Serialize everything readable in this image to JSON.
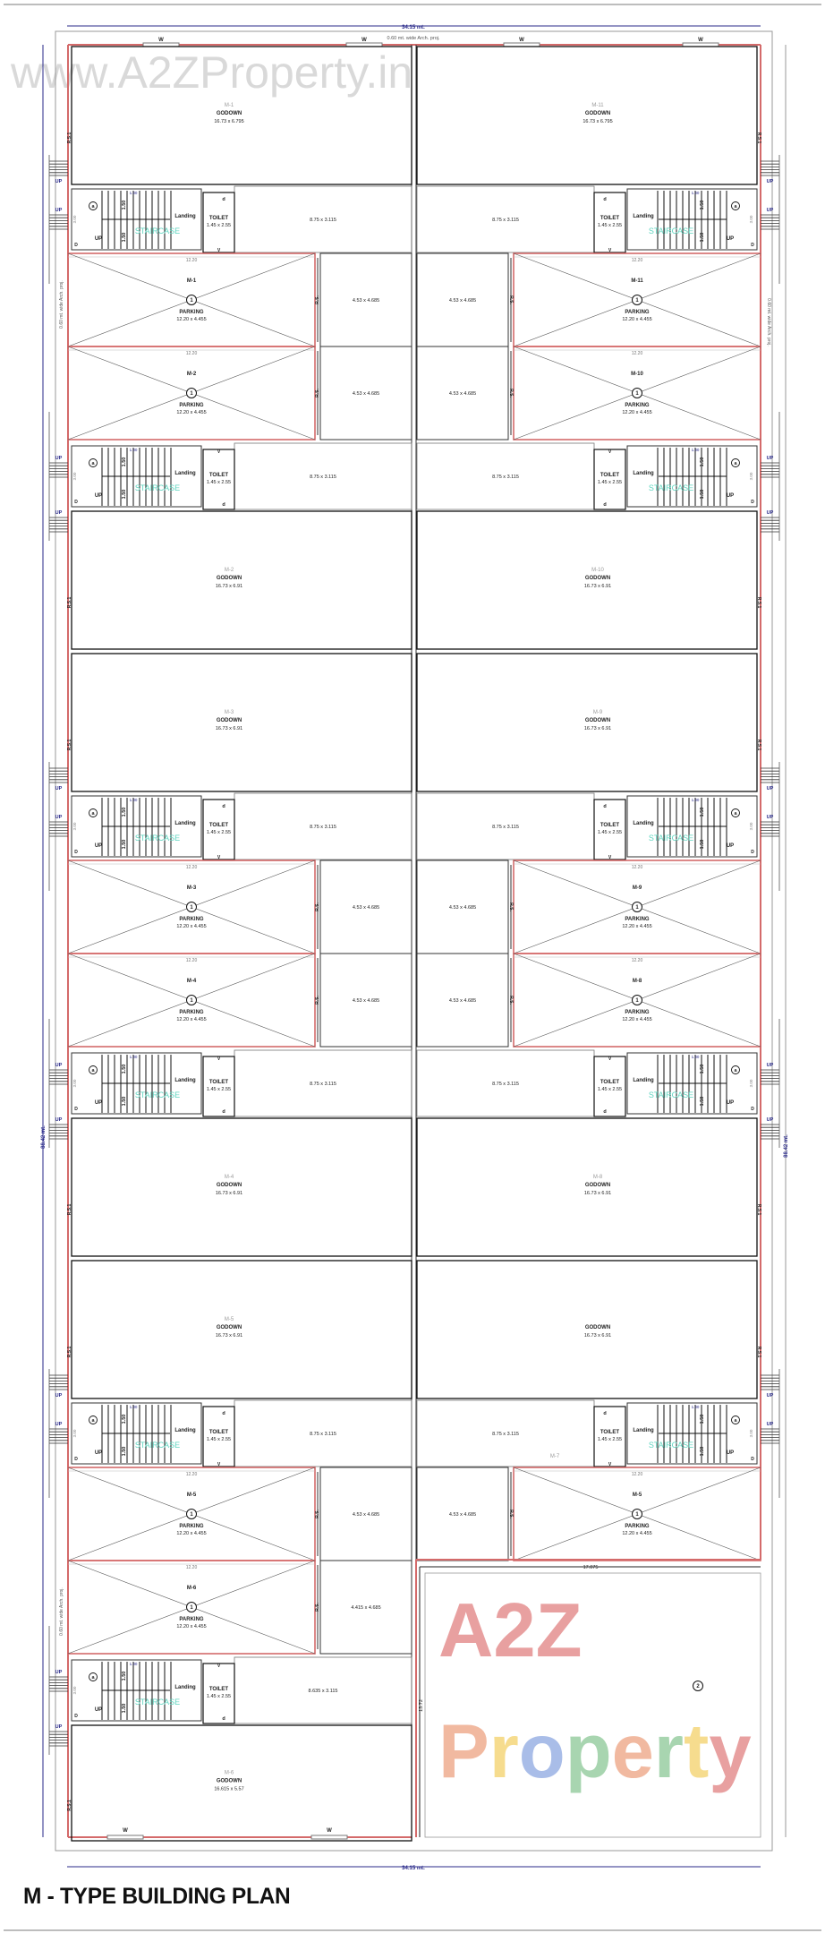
{
  "title": "M - TYPE BUILDING PLAN",
  "dimensions": {
    "overall_width": "34.15 mt.",
    "overall_length": "88.42 mt.",
    "arch_projection": "0.60 mt. wide Arch. proj.",
    "open_plot_width": "17.075",
    "open_plot_length": "13.72"
  },
  "watermarks": {
    "site": "www.A2ZProperty.in",
    "brand": "A2Z Property"
  },
  "labels": {
    "godown": "GODOWN",
    "parking": "PARKING",
    "parking_width": "12.20",
    "parking_marker": "1",
    "rolling_shutter": "R.S.",
    "rolling_shutter_1": "R.S.1",
    "staircase": "STAIRCASE",
    "landing": "Landing",
    "toilet": "TOILET",
    "toilet_size": "1.45 x 2.55",
    "flight": "1.50",
    "stair_width": "3.00",
    "stair_tread": "1.30",
    "up": "UP",
    "door": "D",
    "toilet_door": "d",
    "ventilator": "V",
    "window": "W",
    "stair_marker": "a",
    "open_plot_marker": "2",
    "extra_unit": "M-7"
  },
  "left_column": {
    "godowns": [
      {
        "id": "M-1",
        "size": "16.73 x 6.795"
      },
      {
        "id": "M-2",
        "size": "16.73 x 6.91"
      },
      {
        "id": "M-3",
        "size": "16.73 x 6.91"
      },
      {
        "id": "M-4",
        "size": "16.73 x 6.91"
      },
      {
        "id": "M-5",
        "size": "16.73 x 6.91"
      },
      {
        "id": "M-6",
        "size": "16.615 x 5.57"
      }
    ],
    "parkings": [
      {
        "id": "M-1",
        "size": "12.20 x 4.455"
      },
      {
        "id": "M-2",
        "size": "12.20 x 4.455"
      },
      {
        "id": "M-3",
        "size": "12.20 x 4.455"
      },
      {
        "id": "M-4",
        "size": "12.20 x 4.455"
      },
      {
        "id": "M-5",
        "size": "12.20 x 4.455"
      },
      {
        "id": "M-6",
        "size": "12.20 x 4.455"
      }
    ],
    "passages": [
      "8.75 x 3.115",
      "8.75 x 3.115",
      "8.75 x 3.115",
      "8.75 x 3.115",
      "8.75 x 3.115",
      "8.635 x 3.115"
    ],
    "bays": [
      "4.53 x 4.685",
      "4.53 x 4.685",
      "4.53 x 4.685",
      "4.53 x 4.685",
      "4.53 x 4.685",
      "4.415 x 4.685"
    ]
  },
  "right_column": {
    "godowns": [
      {
        "id": "M-11",
        "size": "16.73 x 6.795"
      },
      {
        "id": "M-10",
        "size": "16.73 x 6.91"
      },
      {
        "id": "M-9",
        "size": "16.73 x 6.91"
      },
      {
        "id": "M-8",
        "size": "16.73 x 6.91"
      },
      {
        "id": "",
        "size": "16.73 x 6.91"
      }
    ],
    "parkings": [
      {
        "id": "M-11",
        "size": "12.20 x 4.455"
      },
      {
        "id": "M-10",
        "size": "12.20 x 4.455"
      },
      {
        "id": "M-9",
        "size": "12.20 x 4.455"
      },
      {
        "id": "M-8",
        "size": "12.20 x 4.455"
      },
      {
        "id": "M-5",
        "size": "12.20 x 4.455"
      }
    ],
    "passages": [
      "8.75 x 3.115",
      "8.75 x 3.115",
      "8.75 x 3.115",
      "8.75 x 3.115",
      "8.75 x 3.115"
    ],
    "bays": [
      "4.53 x 4.685",
      "4.53 x 4.685",
      "4.53 x 4.685",
      "4.53 x 4.685",
      "4.53 x 4.685"
    ]
  },
  "colors": {
    "wall_outer": "#d46a6a",
    "wall_inner": "#111111",
    "secondary_line": "#8a8a8a",
    "dimension": "#2a2a8a",
    "staircase_text": "#63d6c2",
    "unit_id_text": "#9a9a9a",
    "watermark_gray": "#d9d9d9",
    "brand_colors": [
      "#e8a0a0",
      "#e8a0a0",
      "#e8a0a0",
      "#a9bde8",
      "#f1b9a0",
      "#f6dc8e",
      "#a9bde8",
      "#a8d5b0",
      "#f1b9a0",
      "#a8d5b0",
      "#f6dc8e"
    ]
  }
}
